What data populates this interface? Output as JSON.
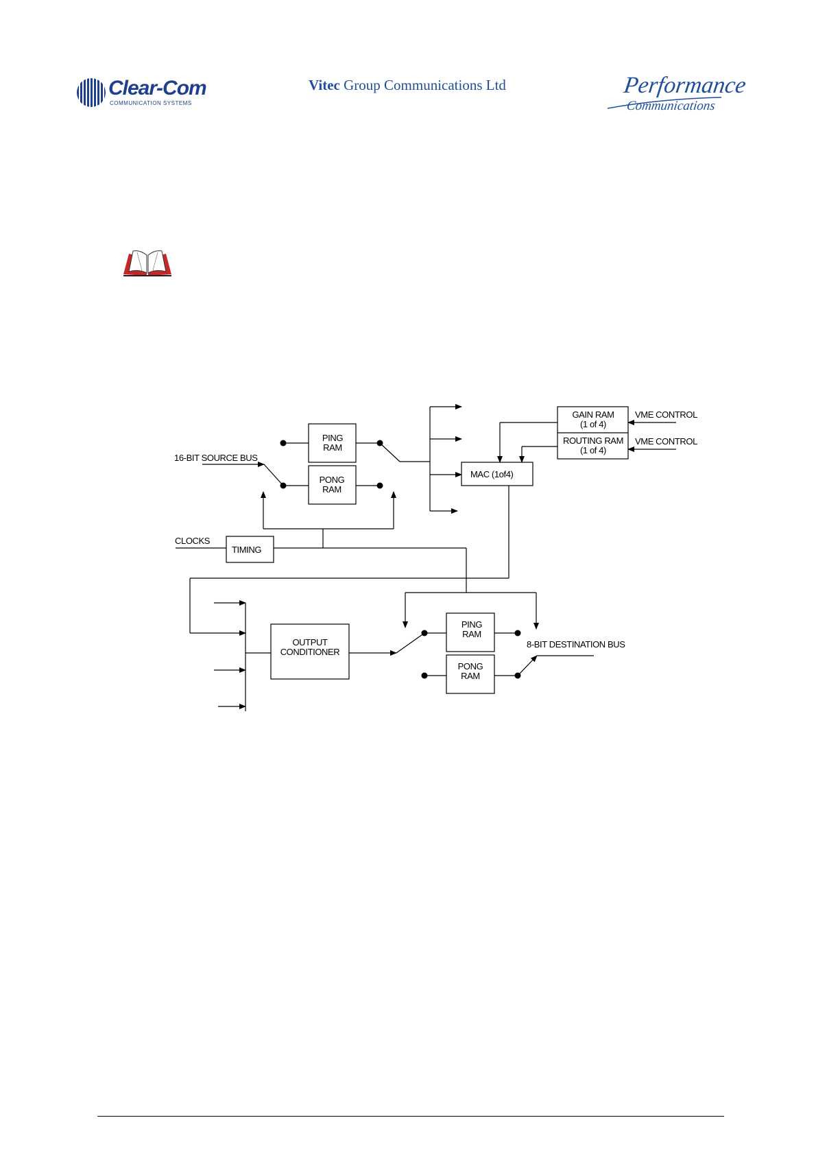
{
  "header": {
    "clearcom_name": "Clear-Com",
    "clearcom_tagline": "COMMUNICATION SYSTEMS",
    "vitec_brand": "Vitec",
    "vitec_rest": "Group Communications Ltd",
    "performance_line1": "Performance",
    "performance_line2": "Communications",
    "colors": {
      "brand_blue": "#1e3f8f",
      "book_red": "#c62828"
    }
  },
  "diagram": {
    "ping_ram_top": [
      "PING",
      "RAM"
    ],
    "pong_ram_top": [
      "PONG",
      "RAM"
    ],
    "source_bus": "16-BIT SOURCE BUS",
    "clocks": "CLOCKS",
    "timing": "TIMING",
    "mac": "MAC (1of4)",
    "gain_ram": [
      "GAIN RAM",
      "(1 of 4)"
    ],
    "routing_ram": [
      "ROUTING RAM",
      "(1 of 4)"
    ],
    "vme_control_1": "VME CONTROL",
    "vme_control_2": "VME CONTROL",
    "output_conditioner": [
      "OUTPUT",
      "CONDITIONER"
    ],
    "ping_ram_bottom": [
      "PING",
      "RAM"
    ],
    "pong_ram_bottom": [
      "PONG",
      "RAM"
    ],
    "destination_bus": "8-BIT DESTINATION BUS"
  },
  "icons": {
    "book": "open-book-icon"
  }
}
